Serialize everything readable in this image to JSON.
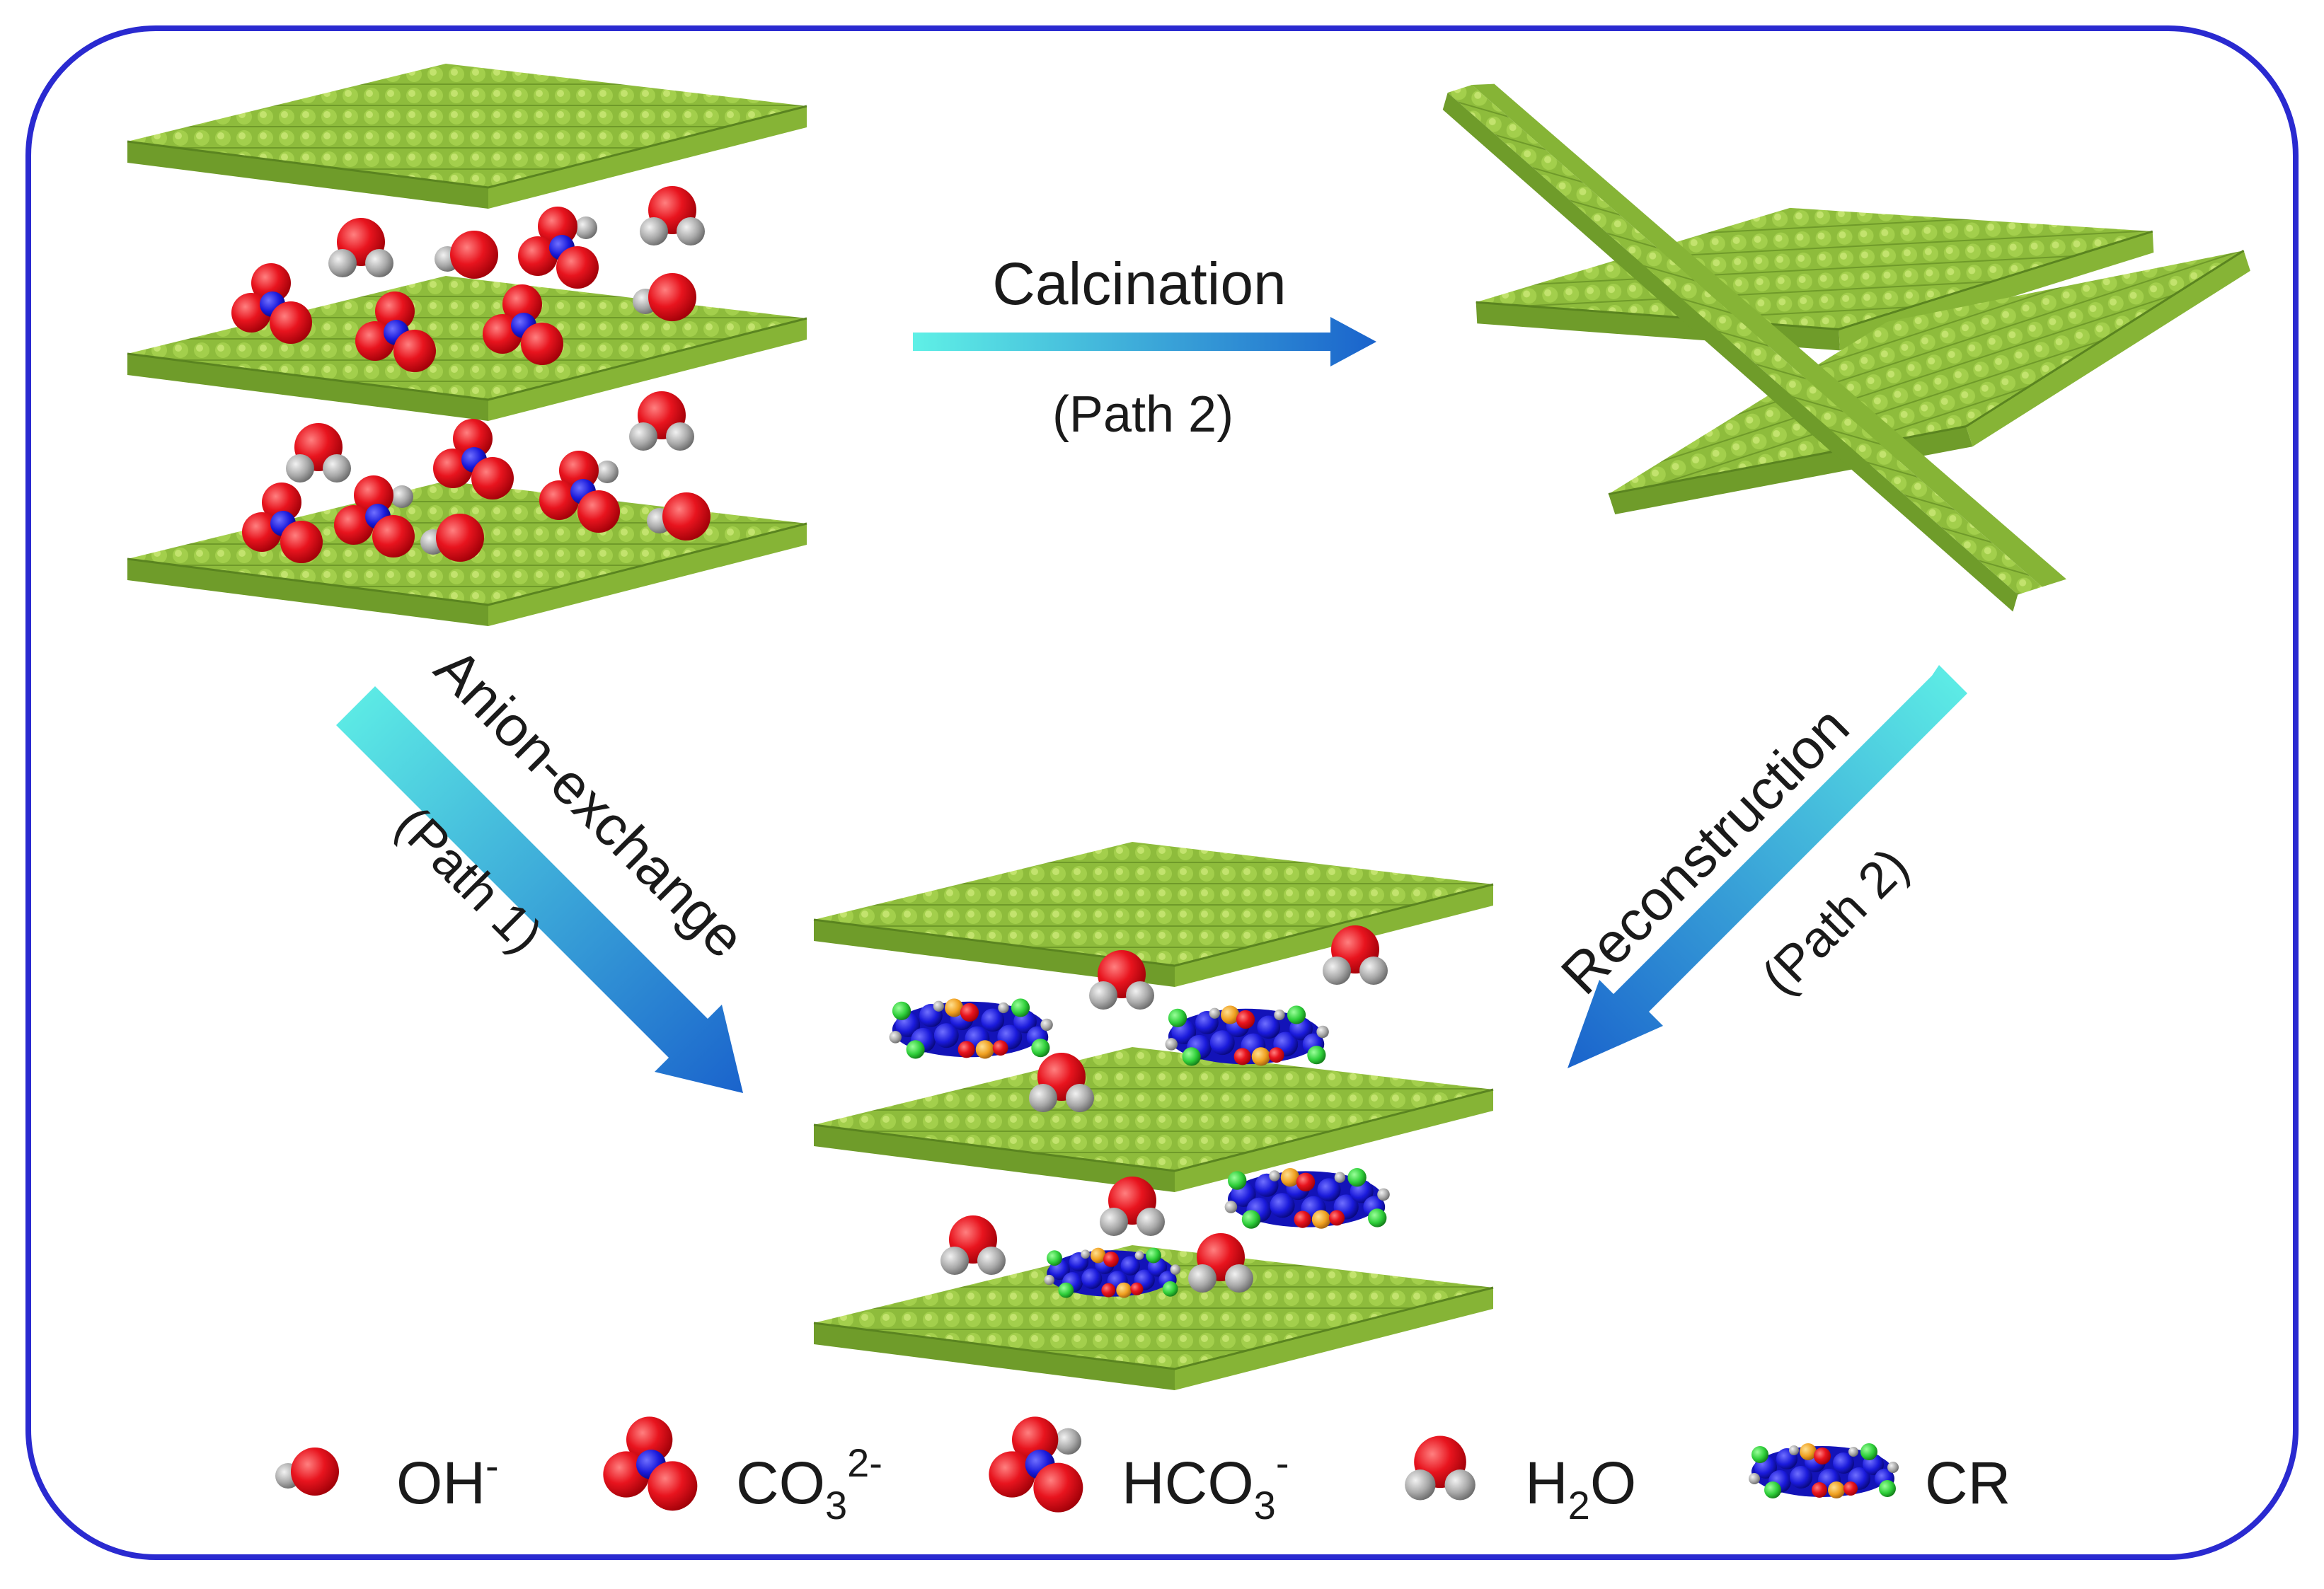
{
  "arrows": {
    "calcination": {
      "label": "Calcination",
      "path": "(Path 2)"
    },
    "anion_exchange": {
      "label": "Anion-exchange",
      "path": "(Path 1)"
    },
    "reconstruction": {
      "label": "Reconstruction",
      "path": "(Path 2)"
    }
  },
  "legend": {
    "oh": {
      "base": "OH",
      "sup": "-"
    },
    "co3": {
      "base": "CO",
      "sub": "3",
      "sup": "2-"
    },
    "hco3": {
      "base": "HCO",
      "sub": "3",
      "sup": "-"
    },
    "h2o": {
      "base": "H",
      "sub": "2",
      "tail": "O"
    },
    "cr": {
      "label": "CR"
    }
  },
  "colors": {
    "frame": "#2a2ad0",
    "sheet_top": "#8fbd3a",
    "sheet_side": "#5e8a1e",
    "oxygen": "#e8141e",
    "hydrogen": "#9a9a9a",
    "carbon": "#1a1adb",
    "chlorine_green": "#2fcf3a",
    "sulfur_orange": "#f0a020",
    "arrow_start": "#50e8e0",
    "arrow_end": "#1a6ad0"
  },
  "icons": [
    "oh-ion-icon",
    "carbonate-ion-icon",
    "bicarbonate-ion-icon",
    "water-molecule-icon",
    "congo-red-dye-icon"
  ]
}
